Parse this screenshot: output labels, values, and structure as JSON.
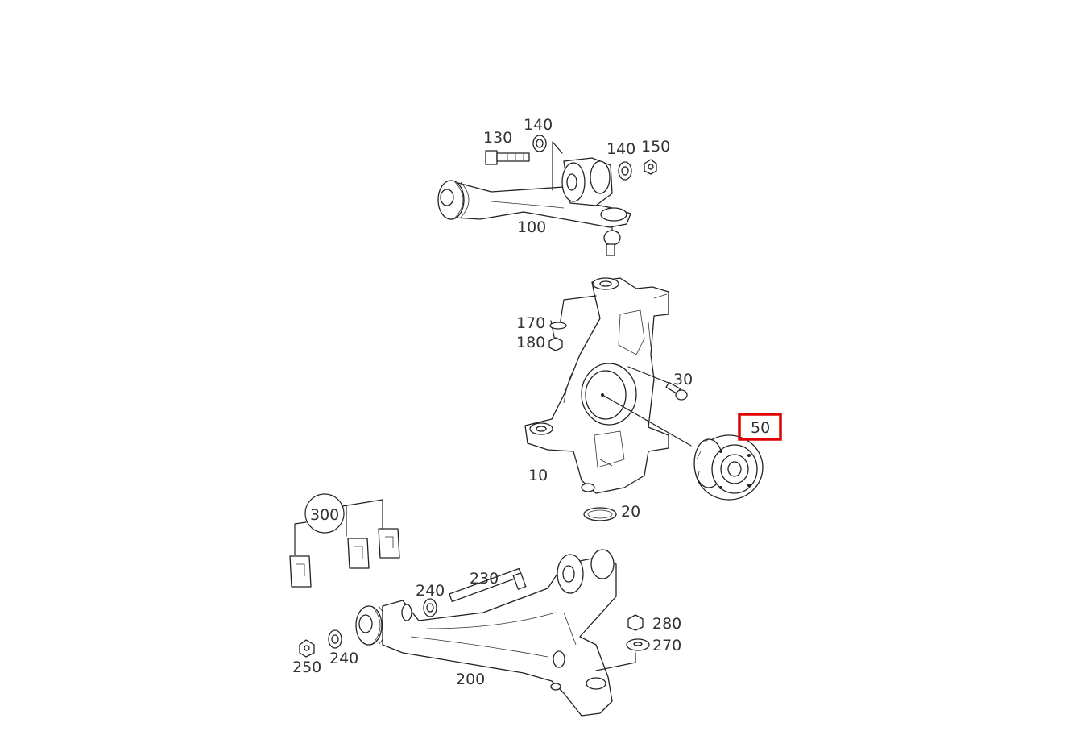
{
  "diagram": {
    "labels": {
      "p130": "130",
      "p140a": "140",
      "p140b": "140",
      "p150": "150",
      "p100": "100",
      "p170": "170",
      "p180": "180",
      "p30": "30",
      "p50": "50",
      "p10": "10",
      "p20": "20",
      "p300": "300",
      "p230": "230",
      "p240a": "240",
      "p240b": "240",
      "p250": "250",
      "p200": "200",
      "p280": "280",
      "p270": "270"
    },
    "highlighted_part": "50",
    "highlight_color": "#e00000"
  }
}
